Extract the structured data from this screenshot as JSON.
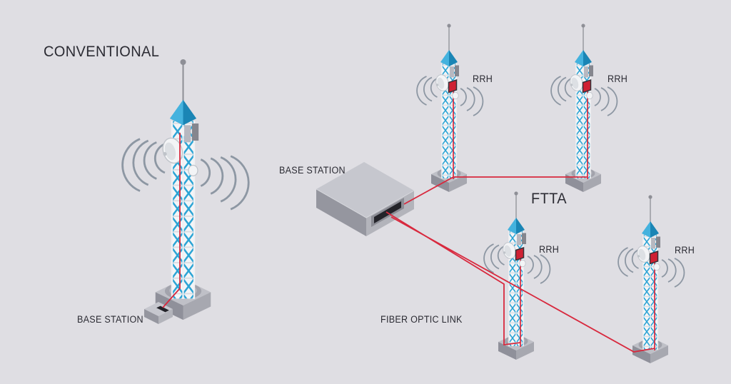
{
  "scene": {
    "conventional": {
      "title": "CONVENTIONAL",
      "base_station_label": "BASE STATION",
      "tower_count": 1
    },
    "ftta": {
      "title": "FTTA",
      "base_station_label": "BASE STATION",
      "fiber_label": "FIBER OPTIC LINK",
      "rrh_labels": [
        "RRH",
        "RRH",
        "RRH",
        "RRH"
      ],
      "tower_count": 4
    }
  },
  "icons": {
    "tower": "cell-tower-icon",
    "dish": "dish-antenna-icon",
    "rrh_unit": "rrh-unit-icon",
    "signal": "signal-waves-icon",
    "base_station_box": "base-station-box-icon"
  },
  "colors": {
    "background": "#dfdee3",
    "text": "#2b2b33",
    "fiber_red": "#d8293e",
    "tower_blue": "#2ba4d5",
    "pyramid_blue_light": "#44b2de",
    "pyramid_blue_dark": "#1a85b5",
    "rrh_unit_red": "#cf2133",
    "rrh_unit_frame": "#33333a",
    "signal_gray": "#8d97a3",
    "lattice_bg": "#f4f5f7",
    "lattice_strut": "#d9dce1",
    "rail_white": "#f0f1f4",
    "body_edge": "#c9cdd3",
    "mast_gray": "#8e8f96",
    "dish_face": "#f3f4f6",
    "dish_inner": "#dde0e4",
    "dish_edge": "#bfc3c9",
    "panel_light": "#b7b8c0",
    "panel_dark": "#85868e",
    "concrete_top": "#bfc0c7",
    "concrete_left": "#8f909a",
    "concrete_right": "#a7a8b0",
    "pad_dark": "#a2a3ac",
    "pad_light": "#b6b7bf",
    "box_top": "#c6c7ce",
    "box_left": "#95969f",
    "box_right": "#b3b4bb",
    "box_recess": "#8b8c94",
    "slot_dark": "#232329"
  }
}
